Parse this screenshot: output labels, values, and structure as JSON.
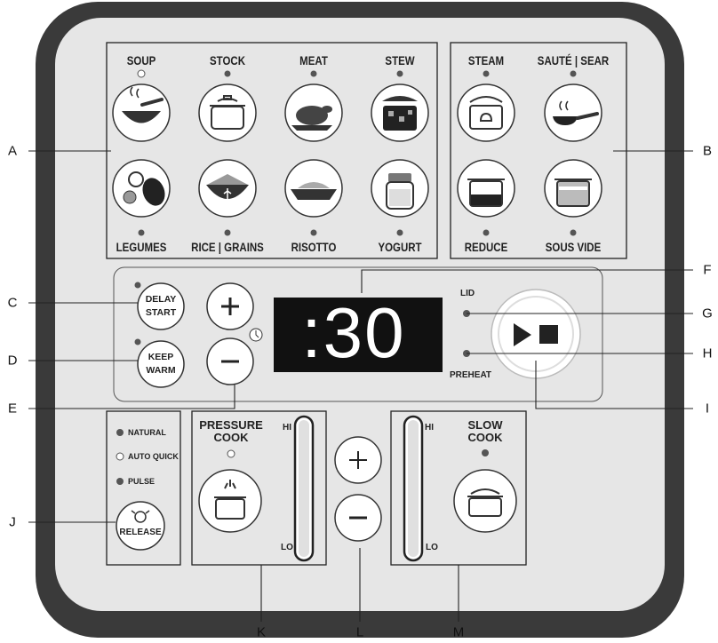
{
  "programs_left": {
    "top_labels": [
      "SOUP",
      "STOCK",
      "MEAT",
      "STEW"
    ],
    "bottom_labels": [
      "LEGUMES",
      "RICE | GRAINS",
      "RISOTTO",
      "YOGURT"
    ]
  },
  "programs_right": {
    "top_labels": [
      "STEAM",
      "SAUTÉ | SEAR"
    ],
    "bottom_labels": [
      "REDUCE",
      "SOUS VIDE"
    ]
  },
  "control": {
    "delay_start": [
      "DELAY",
      "START"
    ],
    "keep_warm": [
      "KEEP",
      "WARM"
    ],
    "display_value": ":30",
    "lid_label": "LID",
    "preheat_label": "PREHEAT"
  },
  "release": {
    "natural": "NATURAL",
    "auto_quick": "AUTO QUICK",
    "pulse": "PULSE",
    "button": "RELEASE"
  },
  "pressure": {
    "label": [
      "PRESSURE",
      "COOK"
    ],
    "hi": "HI",
    "lo": "LO"
  },
  "slow": {
    "label": [
      "SLOW",
      "COOK"
    ],
    "hi": "HI",
    "lo": "LO"
  },
  "callouts": {
    "A": "A",
    "B": "B",
    "C": "C",
    "D": "D",
    "E": "E",
    "F": "F",
    "G": "G",
    "H": "H",
    "I": "I",
    "J": "J",
    "K": "K",
    "L": "L",
    "M": "M"
  }
}
